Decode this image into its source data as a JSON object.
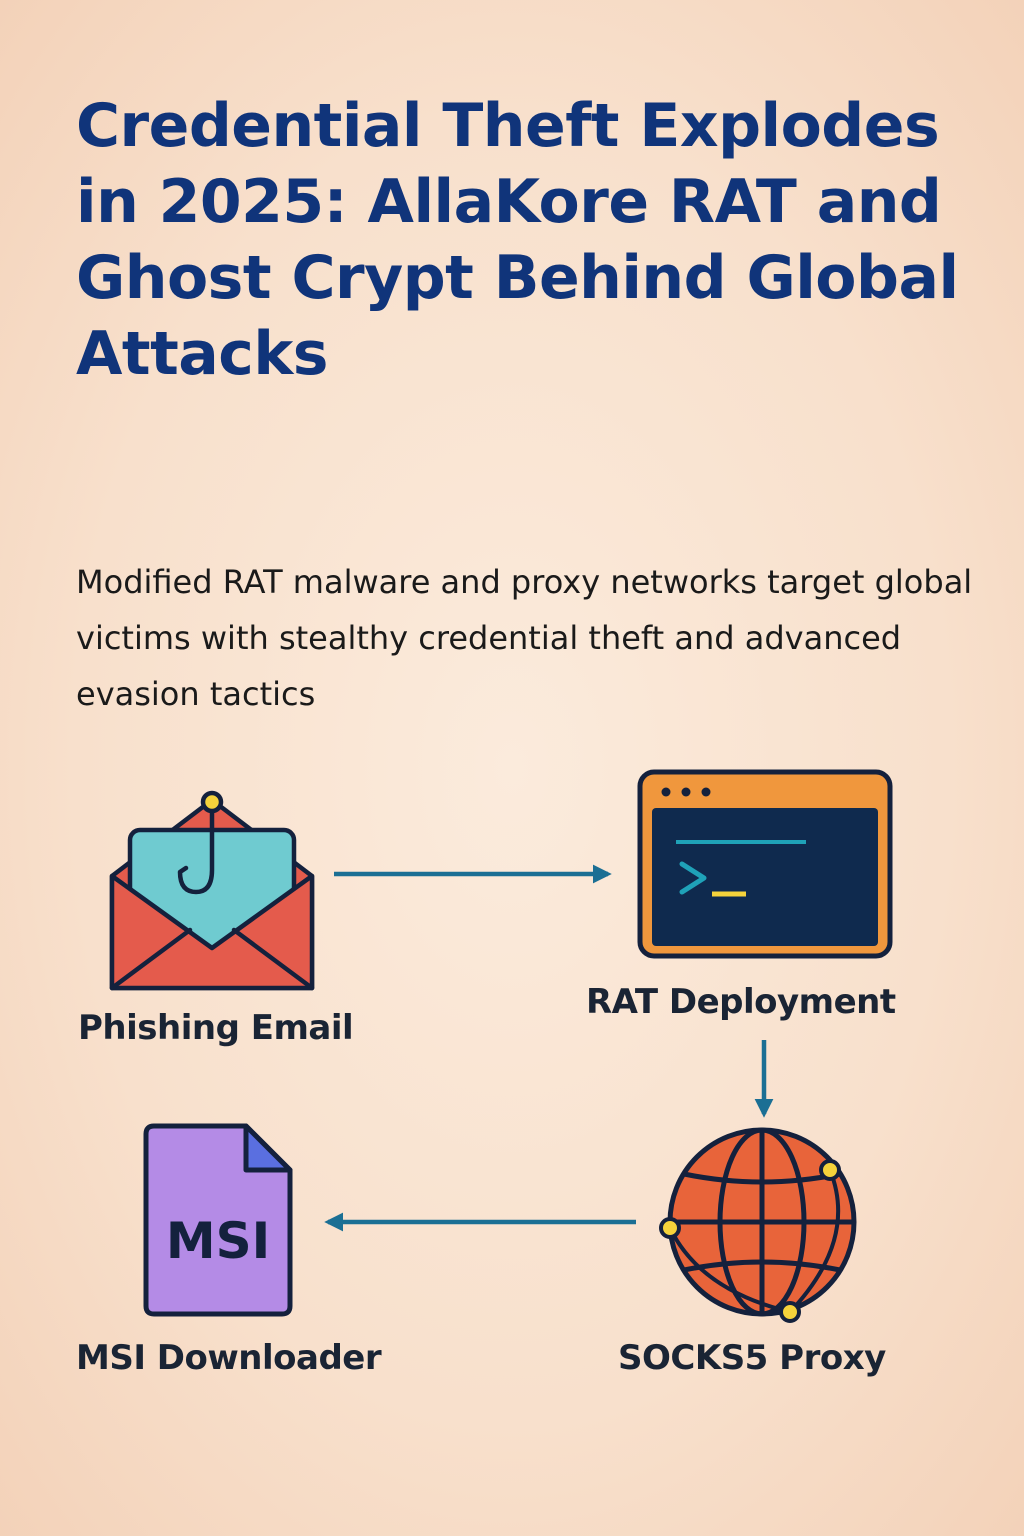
{
  "headline": "Credential Theft Explodes in 2025: AllaKore RAT and Ghost Crypt Behind Global Attacks",
  "subhead": "Modified RAT malware and proxy networks target global victims with stealthy credential theft and advanced evasion tactics",
  "nodes": {
    "phishing": {
      "label": "Phishing Email",
      "icon": "phishing-email-icon"
    },
    "rat": {
      "label": "RAT Deployment",
      "icon": "terminal-window-icon"
    },
    "proxy": {
      "label": "SOCKS5 Proxy",
      "icon": "globe-icon"
    },
    "msi": {
      "label": "MSI Downloader",
      "icon": "msi-file-icon",
      "file_text": "MSI"
    }
  },
  "colors": {
    "headline": "#10347a",
    "arrow": "#1b6f94",
    "outline": "#14213d",
    "envelope": "#e45b4c",
    "letter": "#6fcbd0",
    "terminal_frame": "#f0973d",
    "terminal_screen": "#0f2a4e",
    "globe": "#e8643a",
    "node_dot": "#f5d33b",
    "file": "#b48be6",
    "file_corner": "#5a6fe0"
  }
}
